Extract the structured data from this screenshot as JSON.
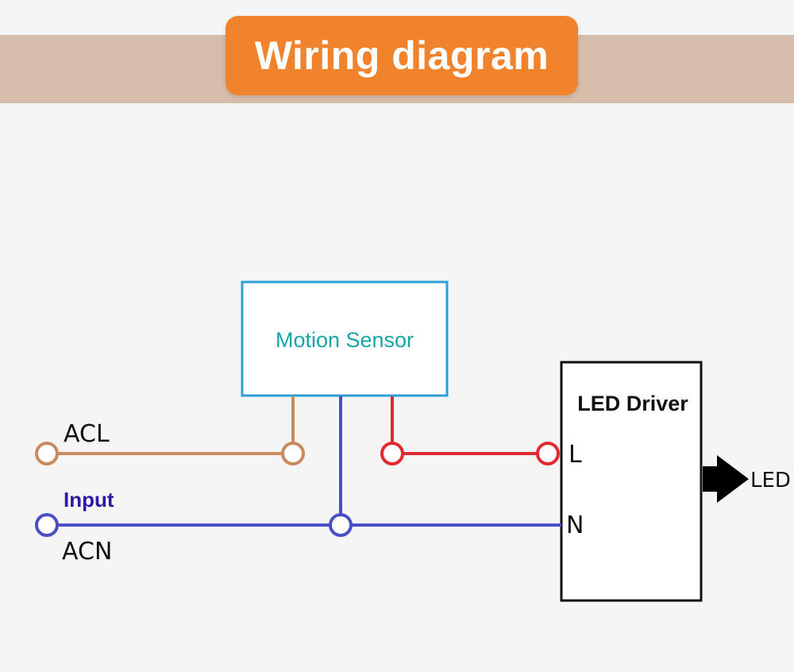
{
  "header": {
    "title": "Wiring diagram"
  },
  "motion_sensor": {
    "label": "Motion Sensor"
  },
  "led_driver": {
    "label": "LED Driver",
    "terminal_l": "L",
    "terminal_n": "N",
    "output": "LED"
  },
  "input": {
    "acl": "ACL",
    "input_label": "Input",
    "acn": "ACN"
  },
  "colors": {
    "banner": "#d6bda9",
    "title_pill": "#f0832c",
    "acl_wire": "#c98a5f",
    "neutral_wire": "#4a4fc6",
    "line_wire": "#e02a2f",
    "sensor_box": "#2f9ed6",
    "sensor_text": "#17a5a8",
    "input_text": "#2b1aa8"
  }
}
